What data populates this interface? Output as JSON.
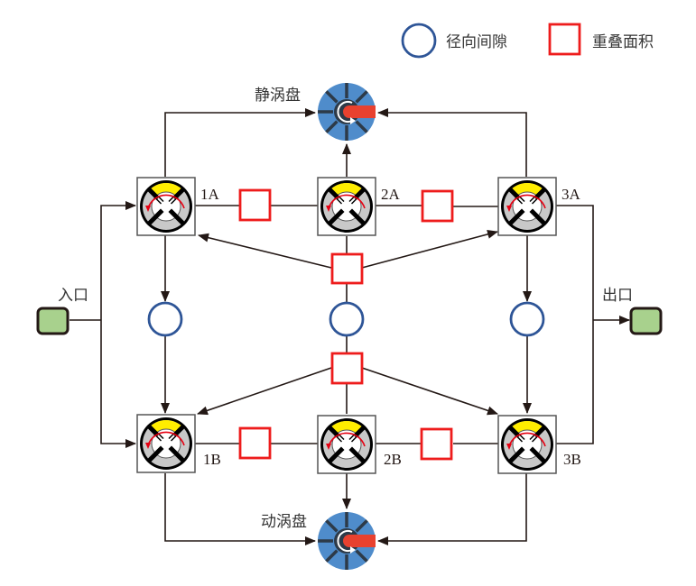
{
  "legend": {
    "radial_gap_label": "径向间隙",
    "overlap_area_label": "重叠面积"
  },
  "scrolls": {
    "fixed_label": "静涡盘",
    "orbiting_label": "动涡盘"
  },
  "ports": {
    "inlet_label": "入口",
    "outlet_label": "出口"
  },
  "chambers": [
    {
      "id": "1A",
      "label": "1A"
    },
    {
      "id": "2A",
      "label": "2A"
    },
    {
      "id": "3A",
      "label": "3A"
    },
    {
      "id": "1B",
      "label": "1B"
    },
    {
      "id": "2B",
      "label": "2B"
    },
    {
      "id": "3B",
      "label": "3B"
    }
  ],
  "colors": {
    "radial_gap": "#2e5597",
    "overlap_area": "#ee1c1c",
    "scroll_blue": "#4f8ccb",
    "scroll_spoke": "#2d3a48",
    "scroll_bar": "#e8412f",
    "port_fill": "#a8d18d",
    "chamber_yellow": "#ffed00",
    "chamber_ring": "#c8c8c8",
    "line": "#231815"
  }
}
